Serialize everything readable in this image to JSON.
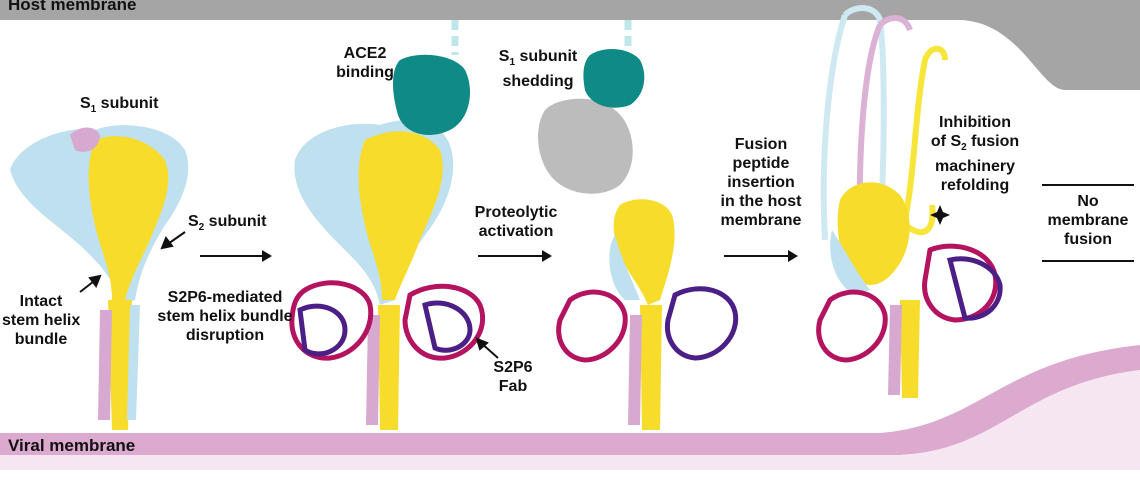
{
  "membranes": {
    "host": "Host membrane",
    "viral": "Viral membrane"
  },
  "labels": {
    "s1_subunit": [
      "S",
      "1",
      " subunit"
    ],
    "s2_subunit": [
      "S",
      "2",
      " subunit"
    ],
    "intact_stem": [
      "Intact",
      "stem helix",
      "bundle"
    ],
    "s2p6_mediated": [
      "S2P6-mediated",
      "stem helix bundle",
      "disruption"
    ],
    "ace2_binding": [
      "ACE2",
      "binding"
    ],
    "s1_shedding": [
      "S",
      "1",
      " subunit",
      "shedding"
    ],
    "s2p6_fab": [
      "S2P6",
      "Fab"
    ],
    "proteolytic": [
      "Proteolytic",
      "activation"
    ],
    "fusion_peptide": [
      "Fusion",
      "peptide",
      "insertion",
      "in the host",
      "membrane"
    ],
    "inhibition": [
      "Inhibition",
      "of S",
      "2",
      " fusion",
      "machinery",
      "refolding"
    ],
    "no_fusion": [
      "No",
      "membrane",
      "fusion"
    ]
  },
  "colors": {
    "host_membrane": "#a9a9a9",
    "viral_membrane": "#d9a9cf",
    "viral_inner": "#f7e9f3",
    "s1_blue": "#bfe0ef",
    "s2_yellow": "#f7dc2c",
    "pink": "#d7a9d0",
    "teal_ace2": "#0f8a86",
    "fab_magenta": "#b3135f",
    "fab_purple": "#4b1f86",
    "gray_s1": "#bcbcbc"
  }
}
